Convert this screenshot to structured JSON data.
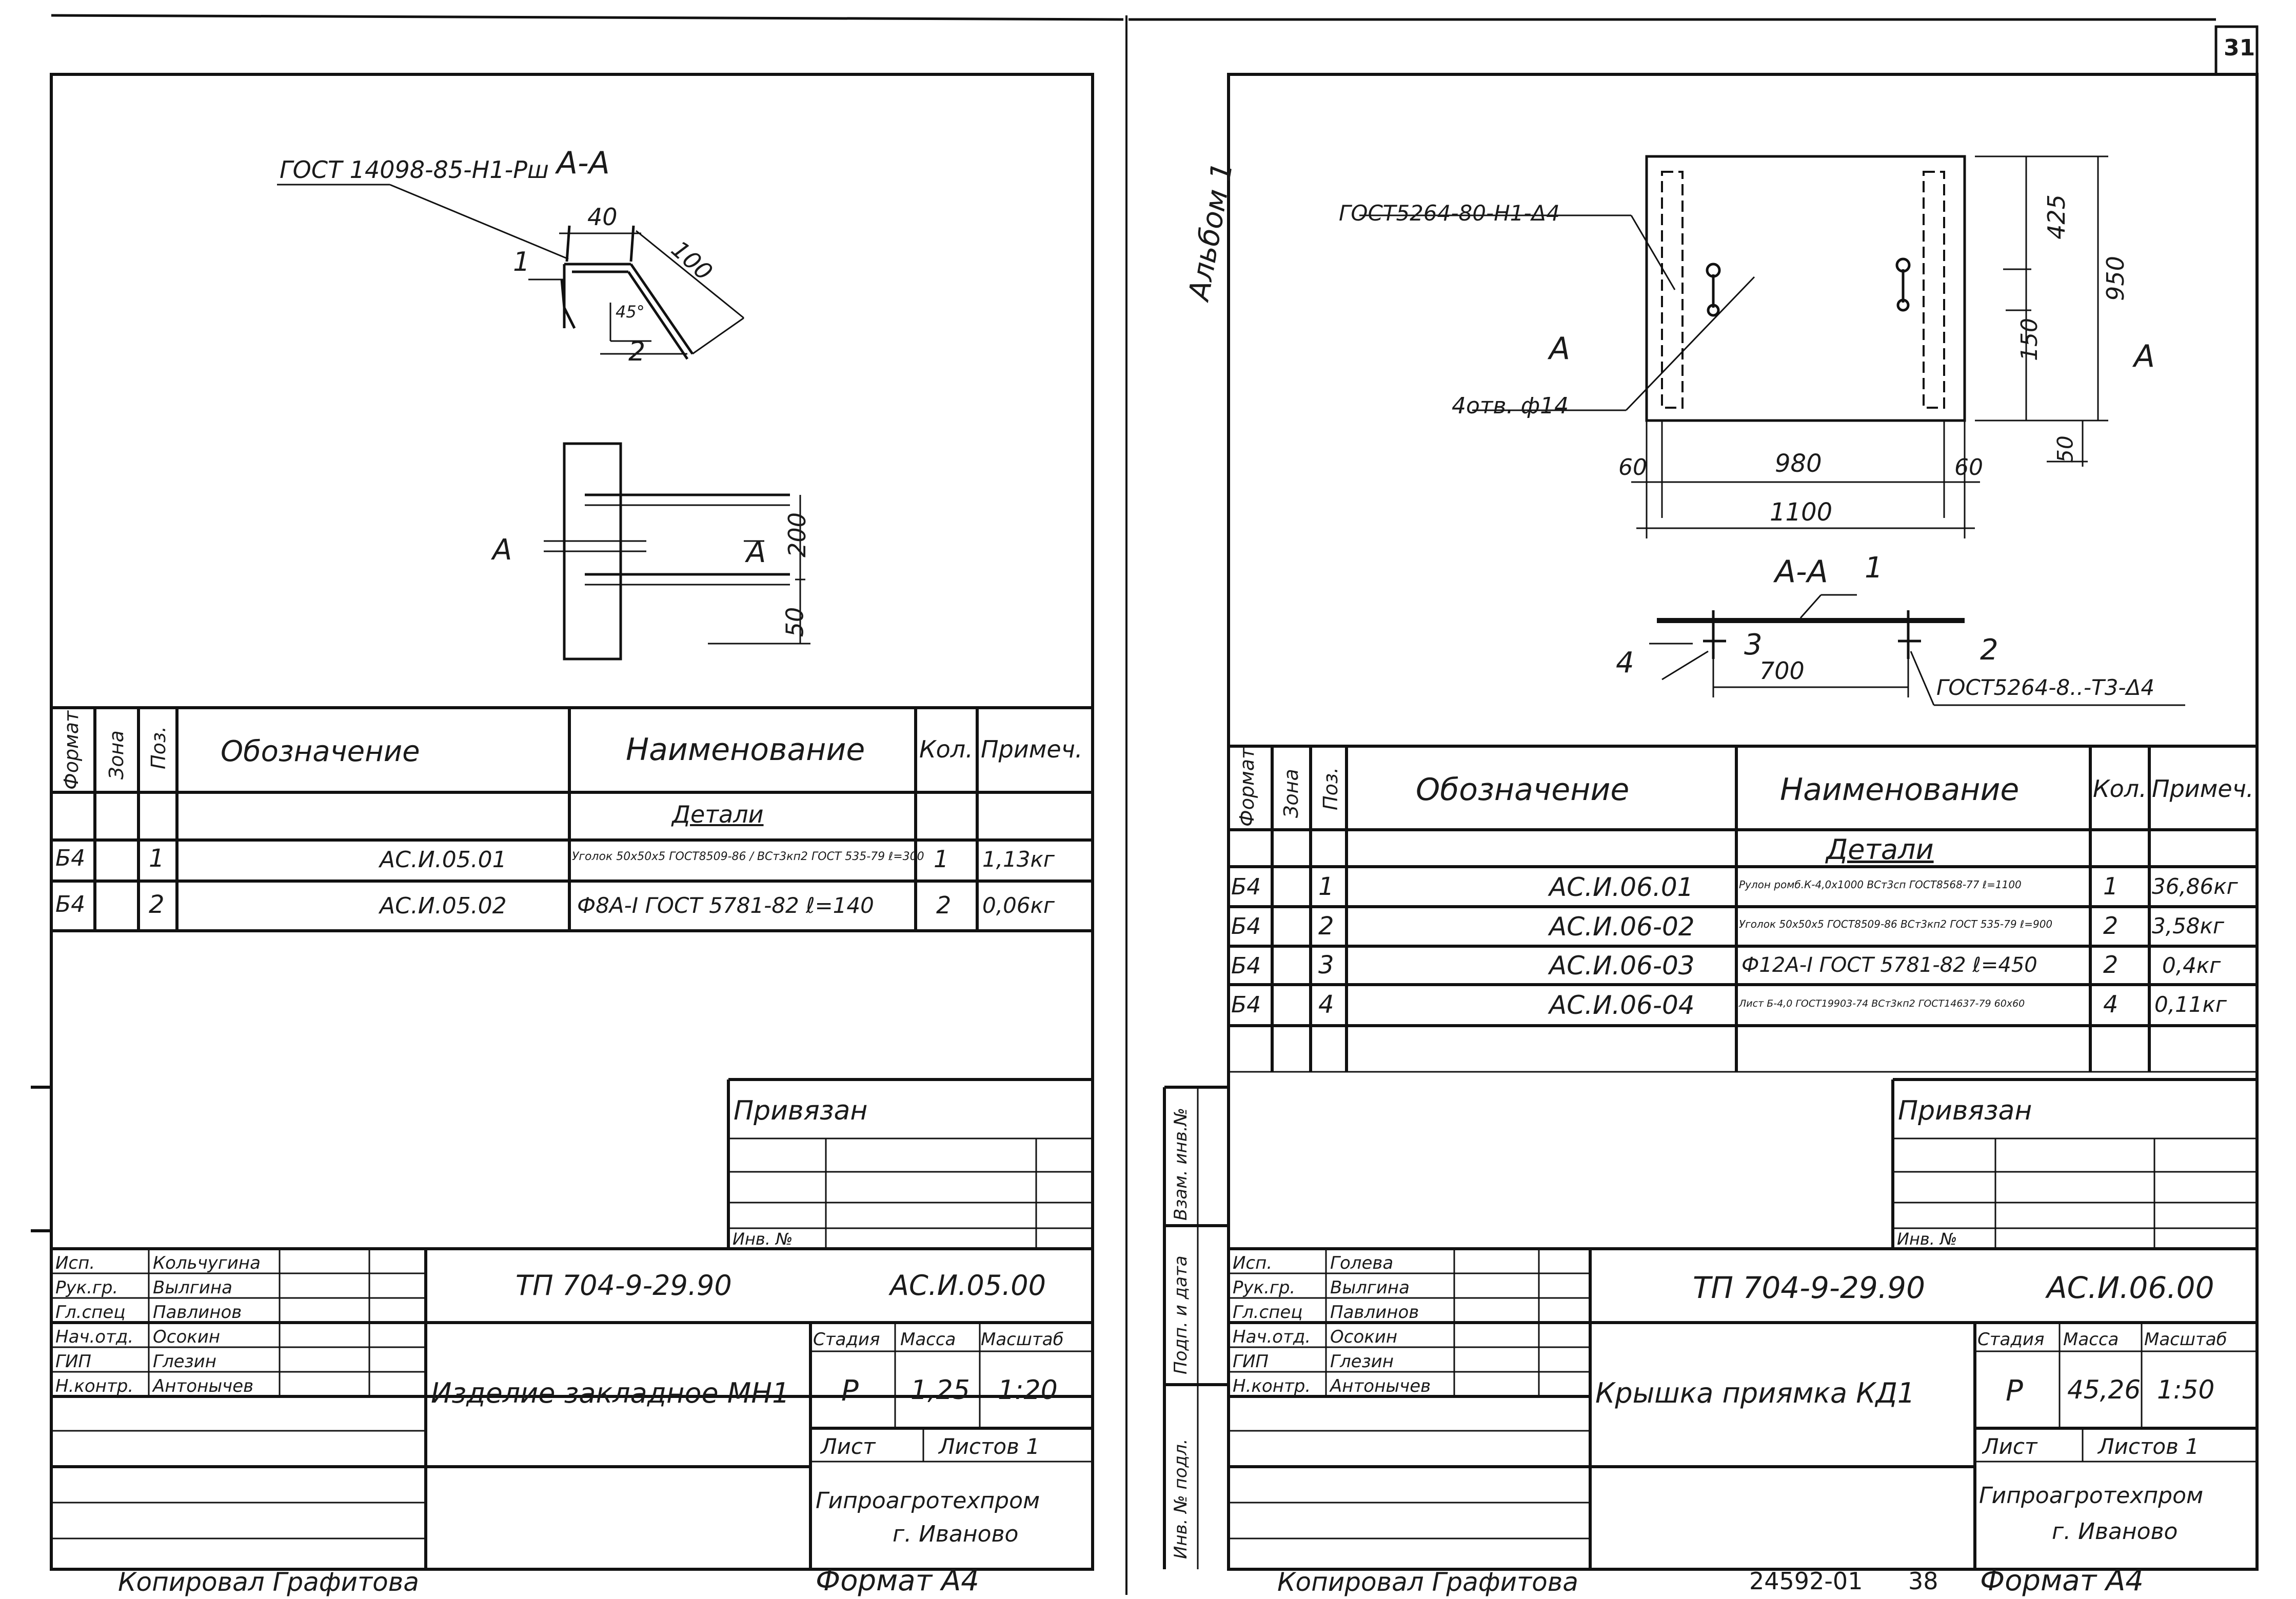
{
  "page_number": "31",
  "left": {
    "drawing": {
      "section_label": "А-А",
      "weld_note": "ГОСТ 14098-85-Н1-Рш",
      "pos1": "1",
      "pos2": "2",
      "dim_40": "40",
      "dim_100": "100",
      "dim_45": "45°",
      "cut_label_left": "А",
      "cut_label_right": "А",
      "dim_200": "200",
      "dim_50": "50"
    },
    "spec": {
      "headers": {
        "format": "Формат",
        "zone": "Зона",
        "pos": "Поз.",
        "designation": "Обозначение",
        "name": "Наименование",
        "qty": "Кол.",
        "note": "Примеч."
      },
      "section": "Детали",
      "rows": [
        {
          "format": "Б4",
          "pos": "1",
          "designation": "АС.И.05.01",
          "name": "Уголок 50х50х5 ГОСТ8509-86 / ВСт3кп2 ГОСТ 535-79 ℓ=300",
          "qty": "1",
          "note": "1,13кг"
        },
        {
          "format": "Б4",
          "pos": "2",
          "designation": "АС.И.05.02",
          "name": "Ф8А-I ГОСТ 5781-82 ℓ=140",
          "qty": "2",
          "note": "0,06кг"
        }
      ]
    },
    "bound": {
      "title": "Привязан",
      "inv": "Инв. №"
    },
    "stamp": {
      "roles": [
        "Исп.",
        "Рук.гр.",
        "Гл.спец",
        "Нач.отд.",
        "ГИП",
        "Н.контр."
      ],
      "names": [
        "Кольчугина",
        "Вылгина",
        "Павлинов",
        "Осокин",
        "Глезин",
        "Антонычев"
      ],
      "doc_code": "ТП 704-9-29.90",
      "sheet_code": "АС.И.05.00",
      "title": "Изделие закладное МН1",
      "stage_h": "Стадия",
      "mass_h": "Масса",
      "scale_h": "Масштаб",
      "stage": "Р",
      "mass": "1,25",
      "scale": "1:20",
      "sheet": "Лист",
      "sheets": "Листов 1",
      "org": "Гипроагротехпром",
      "city": "г. Иваново"
    },
    "copied": "Копировал Графитова",
    "format": "Формат А4"
  },
  "right": {
    "album": "Альбом 1",
    "drawing": {
      "weld_note": "ГОСТ5264-80-Н1-Δ4",
      "holes": "4отв. ф14",
      "cut_label_left": "А",
      "cut_label_right": "А",
      "dim_425": "425",
      "dim_950": "950",
      "dim_150": "150",
      "dim_50": "50",
      "dim_60a": "60",
      "dim_980": "980",
      "dim_60b": "60",
      "dim_1100": "1100",
      "section_label": "А-А",
      "pos1": "1",
      "pos2": "2",
      "pos3": "3",
      "pos4": "4",
      "dim_700": "700",
      "weld_note2": "ГОСТ5264-8..-Т3-Δ4"
    },
    "spec": {
      "headers": {
        "format": "Формат",
        "zone": "Зона",
        "pos": "Поз.",
        "designation": "Обозначение",
        "name": "Наименование",
        "qty": "Кол.",
        "note": "Примеч."
      },
      "section": "Детали",
      "rows": [
        {
          "format": "Б4",
          "pos": "1",
          "designation": "АС.И.06.01",
          "name": "Рулон ромб.К-4,0х1000 ВСт3сп ГОСТ8568-77 ℓ=1100",
          "qty": "1",
          "note": "36,86кг"
        },
        {
          "format": "Б4",
          "pos": "2",
          "designation": "АС.И.06-02",
          "name": "Уголок 50х50х5 ГОСТ8509-86 ВСт3кп2 ГОСТ 535-79 ℓ=900",
          "qty": "2",
          "note": "3,58кг"
        },
        {
          "format": "Б4",
          "pos": "3",
          "designation": "АС.И.06-03",
          "name": "Ф12А-I ГОСТ 5781-82 ℓ=450",
          "qty": "2",
          "note": "0,4кг"
        },
        {
          "format": "Б4",
          "pos": "4",
          "designation": "АС.И.06-04",
          "name": "Лист Б-4,0 ГОСТ19903-74 ВСт3кп2 ГОСТ14637-79 60х60",
          "qty": "4",
          "note": "0,11кг"
        }
      ]
    },
    "bound": {
      "title": "Привязан",
      "inv": "Инв. №"
    },
    "side": [
      "Инв. № подл.",
      "Подп. и дата",
      "Взам. инв.№"
    ],
    "stamp": {
      "roles": [
        "Исп.",
        "Рук.гр.",
        "Гл.спец",
        "Нач.отд.",
        "ГИП",
        "Н.контр."
      ],
      "names": [
        "Голева",
        "Вылгина",
        "Павлинов",
        "Осокин",
        "Глезин",
        "Антонычев"
      ],
      "doc_code": "ТП 704-9-29.90",
      "sheet_code": "АС.И.06.00",
      "title": "Крышка приямка КД1",
      "stage_h": "Стадия",
      "mass_h": "Масса",
      "scale_h": "Масштаб",
      "stage": "Р",
      "mass": "45,26",
      "scale": "1:50",
      "sheet": "Лист",
      "sheets": "Листов 1",
      "org": "Гипроагротехпром",
      "city": "г. Иваново"
    },
    "copied": "Копировал Графитова",
    "archive": "24592-01",
    "archive_page": "38",
    "format": "Формат А4"
  }
}
